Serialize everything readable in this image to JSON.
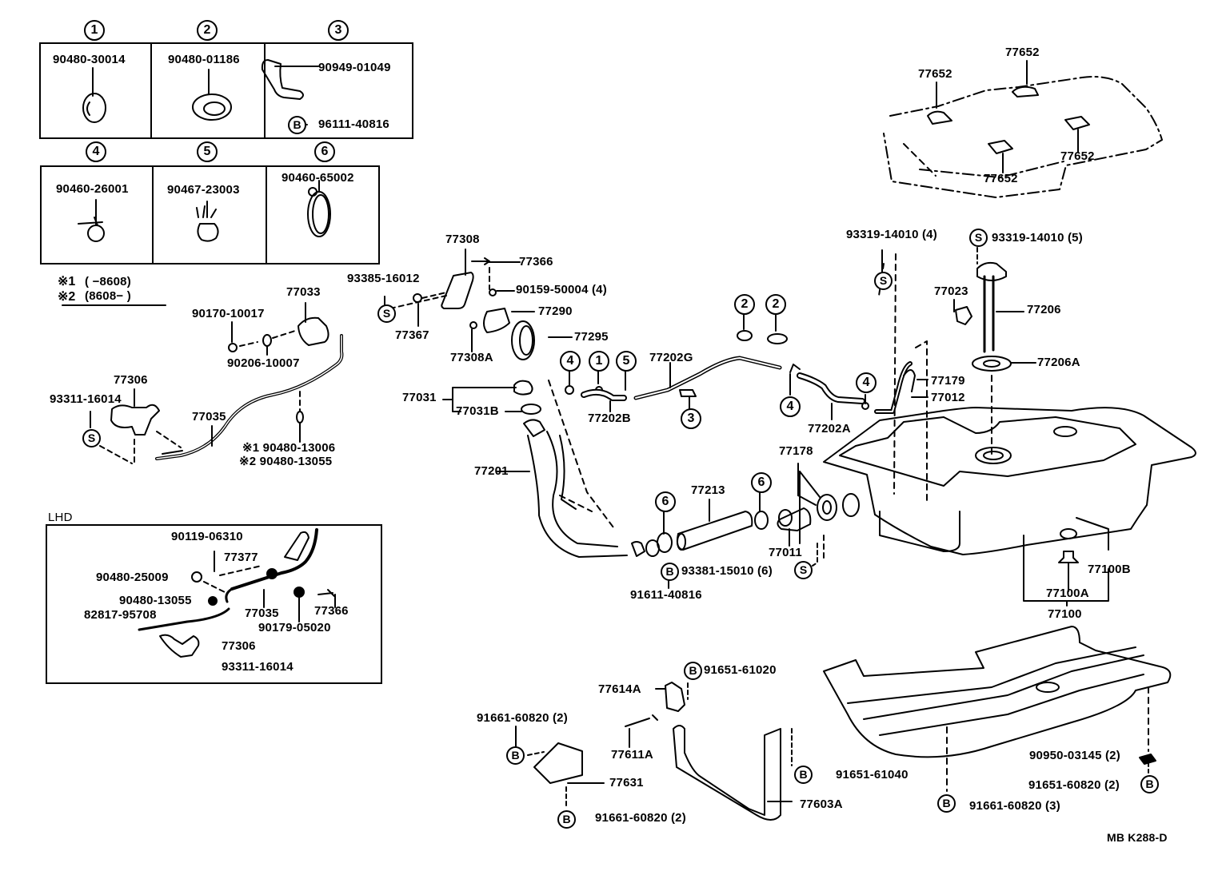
{
  "diagram": {
    "title_code": "MB K288-D",
    "legend_boxes": [
      {
        "ref": "1",
        "part": "90480-30014",
        "desc": "grommet"
      },
      {
        "ref": "2",
        "part": "90480-01186",
        "desc": "grommet-oval"
      },
      {
        "ref": "3",
        "part": "90949-01049",
        "bolt_marker": "B",
        "bolt": "96111-40816",
        "desc": "clamp-bracket"
      },
      {
        "ref": "4",
        "part": "90460-26001",
        "desc": "hose-clip"
      },
      {
        "ref": "5",
        "part": "90467-23003",
        "desc": "hose-clip-wing"
      },
      {
        "ref": "6",
        "part": "90460-65002",
        "desc": "hose-clamp"
      }
    ],
    "notes": {
      "n1_mark": "※1",
      "n1_range": "(      −8608)",
      "n2_mark": "※2",
      "n2_range": "(8608−      )"
    },
    "lhd_label": "LHD",
    "markers": {
      "s": "S",
      "b": "B"
    },
    "labels": {
      "p77033": "77033",
      "p90170": "90170-10017",
      "p90206": "90206-10007",
      "p77306": "77306",
      "p93311": "93311-16014",
      "p77035": "77035",
      "p90480_13006": "※1 90480-13006",
      "p90480_13055": "※2 90480-13055",
      "p77308": "77308",
      "p77366": "77366",
      "p93385": "93385-16012",
      "p90159": "90159-50004 (4)",
      "p77290": "77290",
      "p77367": "77367",
      "p77308A": "77308A",
      "p77295": "77295",
      "p77031": "77031",
      "p77031B": "77031B",
      "p77202G": "77202G",
      "p77202B": "77202B",
      "p77202A": "77202A",
      "p77201": "77201",
      "p77213": "77213",
      "p77178": "77178",
      "p77011": "77011",
      "p93381": "93381-15010 (6)",
      "p91611": "91611-40816",
      "p93319_4": "93319-14010 (4)",
      "p93319_5": "93319-14010 (5)",
      "p77023": "77023",
      "p77206": "77206",
      "p77206A": "77206A",
      "p77179": "77179",
      "p77012": "77012",
      "p77652": "77652",
      "p77100B": "77100B",
      "p77100A": "77100A",
      "p77100": "77100",
      "p91651_61020": "91651-61020",
      "p77614A": "77614A",
      "p91661_60820_2": "91661-60820 (2)",
      "p77611A": "77611A",
      "p77631": "77631",
      "p91651_61040": "91651-61040",
      "p77603A": "77603A",
      "p91661_60820_3": "91661-60820 (3)",
      "p90950": "90950-03145 (2)",
      "p91651_60820": "91651-60820 (2)"
    },
    "lhd_labels": {
      "p90119": "90119-06310",
      "p77377": "77377",
      "p90480_25009": "90480-25009",
      "p90480_13055": "90480-13055",
      "p82817": "82817-95708",
      "p77035": "77035",
      "p77366": "77366",
      "p90179": "90179-05020",
      "p77306": "77306",
      "p93311": "93311-16014"
    }
  }
}
